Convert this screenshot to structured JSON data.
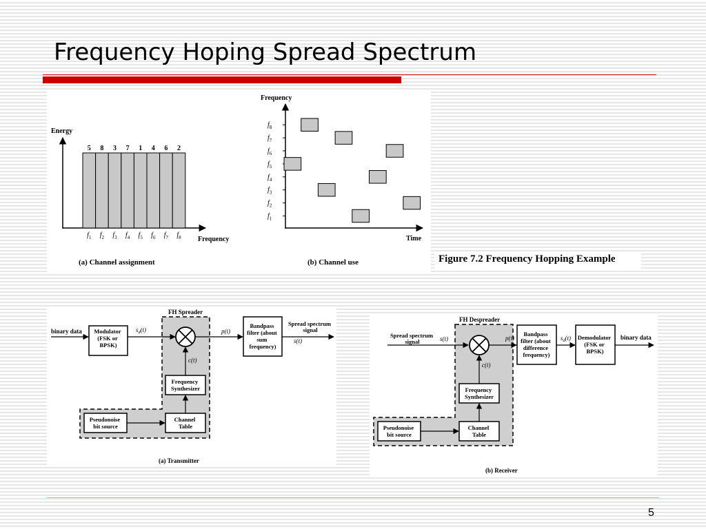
{
  "slide": {
    "title": "Frequency Hoping Spread Spectrum",
    "page_number": "5",
    "accent_color": "#cc0000"
  },
  "figure": {
    "caption": "Figure 7.2   Frequency Hopping Example"
  },
  "channel_assignment": {
    "y_label": "Energy",
    "x_label": "Frequency",
    "caption": "(a) Channel assignment",
    "channel_numbers": [
      "5",
      "8",
      "3",
      "7",
      "1",
      "4",
      "6",
      "2"
    ],
    "freq_labels": [
      {
        "base": "f",
        "sub": "1"
      },
      {
        "base": "f",
        "sub": "2"
      },
      {
        "base": "f",
        "sub": "3"
      },
      {
        "base": "f",
        "sub": "4"
      },
      {
        "base": "f",
        "sub": "5"
      },
      {
        "base": "f",
        "sub": "6"
      },
      {
        "base": "f",
        "sub": "7"
      },
      {
        "base": "f",
        "sub": "8"
      }
    ]
  },
  "channel_use": {
    "y_label": "Frequency",
    "x_label": "Time",
    "caption": "(b) Channel use",
    "freq_labels": [
      {
        "base": "f",
        "sub": "8"
      },
      {
        "base": "f",
        "sub": "7"
      },
      {
        "base": "f",
        "sub": "6"
      },
      {
        "base": "f",
        "sub": "5"
      },
      {
        "base": "f",
        "sub": "4"
      },
      {
        "base": "f",
        "sub": "3"
      },
      {
        "base": "f",
        "sub": "2"
      },
      {
        "base": "f",
        "sub": "1"
      }
    ],
    "hop_sequence": [
      5,
      8,
      3,
      7,
      1,
      4,
      6,
      2
    ]
  },
  "transmitter": {
    "caption": "(a) Transmitter",
    "spreader_label": "FH Spreader",
    "input_label": "binary data",
    "modulator": [
      "Modulator",
      "(FSK or",
      "BPSK)"
    ],
    "sd_signal": {
      "base": "s",
      "sub": "d",
      "arg": "(t)"
    },
    "p_signal": "p(t)",
    "c_signal": "c(t)",
    "bandpass": [
      "Bandpass",
      "filter (about",
      "sum",
      "frequency)"
    ],
    "output_label": [
      "Spread spectrum",
      "signal"
    ],
    "s_signal": "s(t)",
    "synthesizer": [
      "Frequency",
      "Synthesizer"
    ],
    "pn_source": [
      "Pseudonoise",
      "bit source"
    ],
    "channel_table": [
      "Channel",
      "Table"
    ]
  },
  "receiver": {
    "caption": "(b) Receiver",
    "despreader_label": "FH Despreader",
    "input_label": [
      "Spread spectrum",
      "signal"
    ],
    "s_signal": "s(t)",
    "p_signal": "p(t)",
    "c_signal": "c(t)",
    "bandpass": [
      "Bandpass",
      "filter (about",
      "difference",
      "frequency)"
    ],
    "sd_signal": {
      "base": "s",
      "sub": "d",
      "arg": "(t)"
    },
    "demodulator": [
      "Demodulator",
      "(FSK or",
      "BPSK)"
    ],
    "output_label": "binary data",
    "synthesizer": [
      "Frequency",
      "Synthesizer"
    ],
    "pn_source": [
      "Pseudonoise",
      "bit source"
    ],
    "channel_table": [
      "Channel",
      "Table"
    ]
  }
}
